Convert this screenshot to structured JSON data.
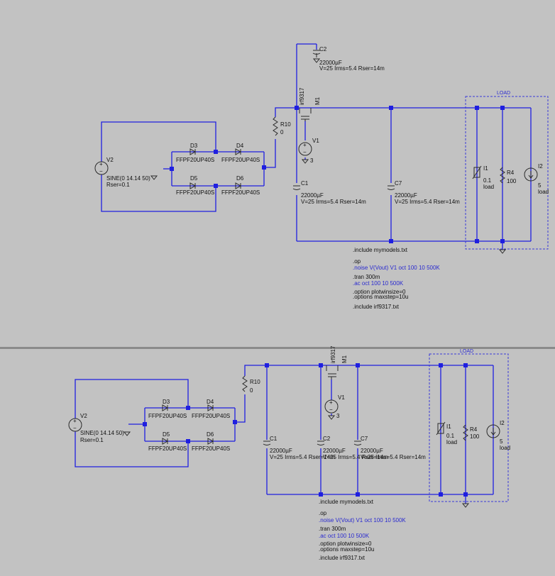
{
  "top": {
    "diodes": {
      "d3": "D3",
      "d4": "D4",
      "d5": "D5",
      "d6": "D6",
      "model": "FFPF20UP40S"
    },
    "v2": {
      "name": "V2",
      "value": "SINE(0 14.14 50)",
      "rser": "Rser=0.1"
    },
    "r10": {
      "name": "R10",
      "value": "0"
    },
    "m1": {
      "part": "irf9317",
      "name": "M1"
    },
    "v1": {
      "name": "V1",
      "value": "3"
    },
    "c2": {
      "name": "C2",
      "value": "22000µF",
      "spec": "V=25 Irms=5.4 Rser=14m"
    },
    "c1": {
      "name": "C1",
      "value": "22000µF",
      "spec": "V=25 Irms=5.4 Rser=14m"
    },
    "c7": {
      "name": "C7",
      "value": "22000µF",
      "spec": "V=25 Irms=5.4 Rser=14m"
    },
    "load": {
      "title": "LOAD",
      "i1": "I1",
      "i1v": "0.1",
      "i1t": "load",
      "r4": "R4",
      "r4v": "100",
      "i2": "I2",
      "i2v": "5",
      "i2t": "load"
    },
    "directives": [
      ".include mymodels.txt",
      ".op",
      ".noise V(Vout) V1 oct 100 10 500K",
      ".tran 300m",
      ".ac oct 100 10 500K",
      ".option plotwinsize=0",
      ".options maxstep=10u",
      ".include irf9317.txt"
    ]
  },
  "bottom": {
    "diodes": {
      "d3": "D3",
      "d4": "D4",
      "d5": "D5",
      "d6": "D6",
      "model": "FFPF20UP40S"
    },
    "v2": {
      "name": "V2",
      "value": "SINE(0 14.14 50)",
      "rser": "Rser=0.1"
    },
    "r10": {
      "name": "R10",
      "value": "0"
    },
    "m1": {
      "part": "irf9317",
      "name": "M1"
    },
    "v1": {
      "name": "V1",
      "value": "3"
    },
    "c1": {
      "name": "C1",
      "value": "22000µF",
      "spec": "V=25 Irms=5.4 Rser=14m"
    },
    "c2": {
      "name": "C2",
      "value": "22000µF",
      "spec": "V=25 Irms=5.4 Rser=14m"
    },
    "c7": {
      "name": "C7",
      "value": "22000µF",
      "spec": "V=25 Irms=5.4 Rser=14m"
    },
    "load": {
      "title": "LOAD",
      "i1": "I1",
      "i1v": "0.1",
      "i1t": "load",
      "r4": "R4",
      "r4v": "100",
      "i2": "I2",
      "i2v": "5",
      "i2t": "load"
    },
    "directives": [
      ".include mymodels.txt",
      ".op",
      ".noise V(Vout) V1 oct 100 10 500K",
      ".tran 300m",
      ".ac oct 100 10 500K",
      ".option plotwinsize=0",
      ".options maxstep=10u",
      ".include irf9317.txt"
    ]
  }
}
